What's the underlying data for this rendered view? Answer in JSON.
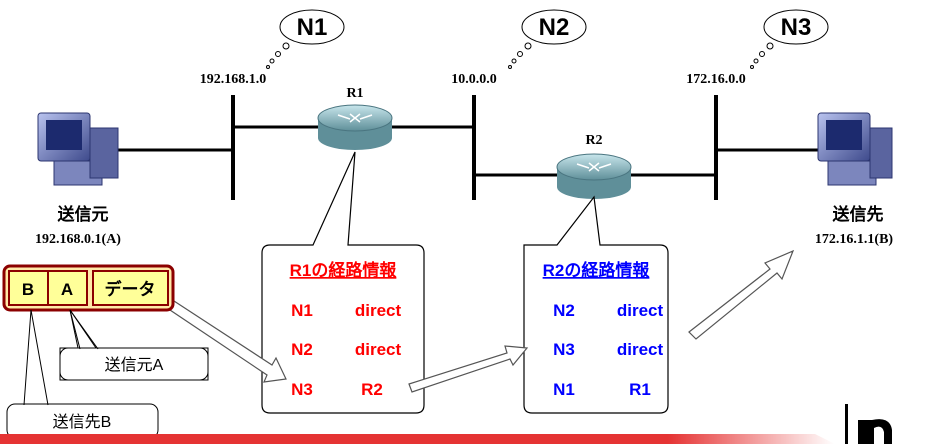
{
  "networks": [
    {
      "cloud_label": "N1",
      "address": "192.168.1.0"
    },
    {
      "cloud_label": "N2",
      "address": "10.0.0.0"
    },
    {
      "cloud_label": "N3",
      "address": "172.16.0.0"
    }
  ],
  "routers": {
    "r1": "R1",
    "r2": "R2"
  },
  "source": {
    "label": "送信元",
    "address": "192.168.0.1(A)"
  },
  "destination": {
    "label": "送信先",
    "address": "172.16.1.1(B)"
  },
  "packet": {
    "field_b": "B",
    "field_a": "A",
    "field_data": "データ"
  },
  "callouts": {
    "source_a": "送信元A",
    "dest_b": "送信先B"
  },
  "r1_table": {
    "title": "R1の経路情報",
    "color": "#ff0000",
    "rows": [
      {
        "network": "N1",
        "next": "direct"
      },
      {
        "network": "N2",
        "next": "direct"
      },
      {
        "network": "N3",
        "next": "R2"
      }
    ]
  },
  "r2_table": {
    "title": "R2の経路情報",
    "color": "#0000ff",
    "rows": [
      {
        "network": "N2",
        "next": "direct"
      },
      {
        "network": "N3",
        "next": "direct"
      },
      {
        "network": "N1",
        "next": "R1"
      }
    ]
  },
  "colors": {
    "packet_border": "#8b0000",
    "packet_fill": "#ffff99",
    "bottom_bar": "#e53333"
  }
}
